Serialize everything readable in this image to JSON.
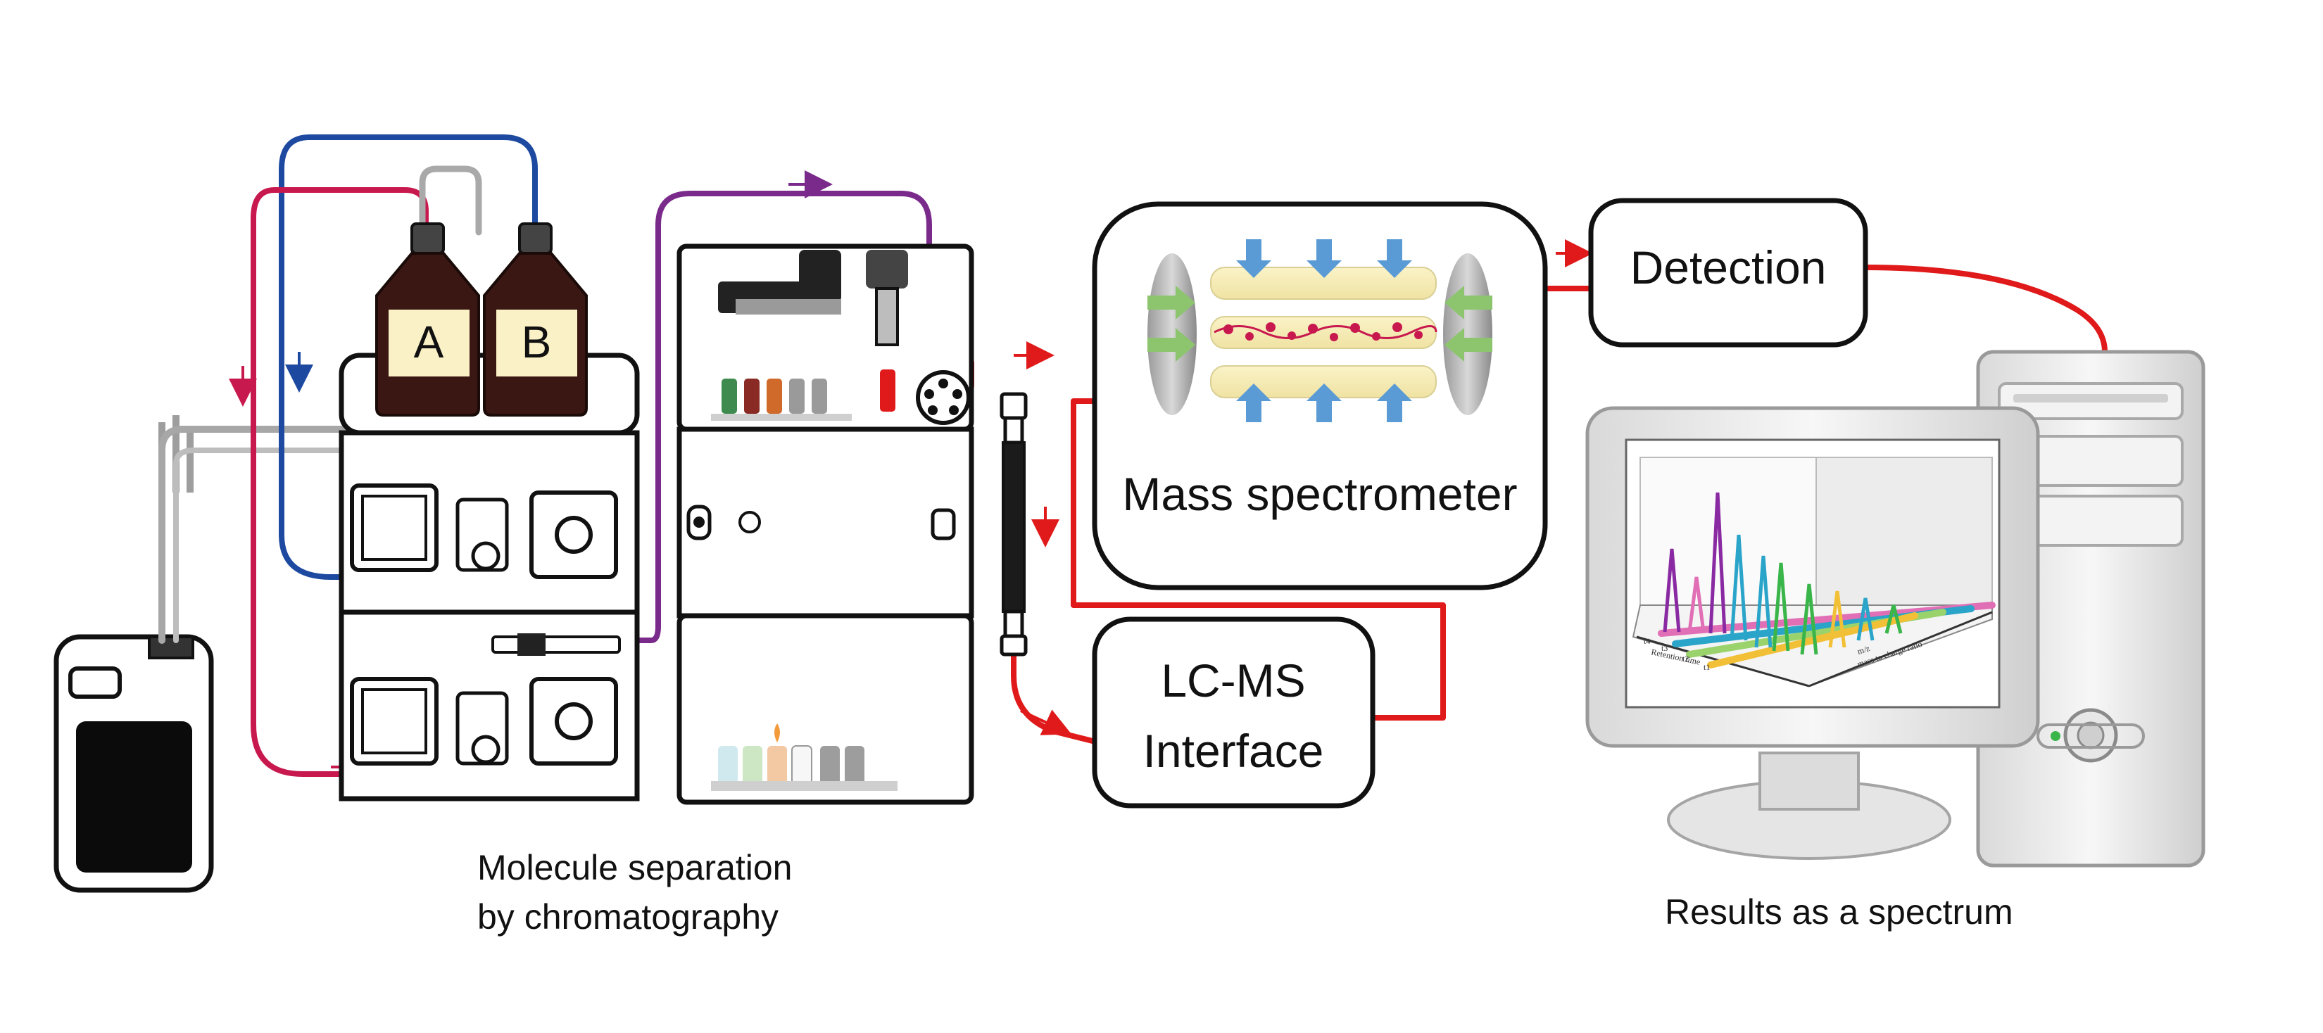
{
  "bottles": {
    "a_label": "A",
    "b_label": "B"
  },
  "boxes": {
    "mass_spectrometer": "Mass spectrometer",
    "detection": "Detection",
    "interface_line1": "LC-MS",
    "interface_line2": "Interface"
  },
  "captions": {
    "separation_line1": "Molecule separation",
    "separation_line2": "by chromatography",
    "results": "Results as a spectrum"
  },
  "monitor_plot": {
    "retention_label": "Retention time",
    "mz_label": "m/z",
    "mass_label": "mass to charge ratio",
    "ticks": [
      "t4",
      "t3",
      "t2",
      "t1"
    ]
  },
  "colors": {
    "solvent_a_line": "#c8194f",
    "solvent_b_line": "#1d4aa0",
    "sample_line": "#7a2a8a",
    "signal_line": "#e01a1a",
    "bottle": "#3a1712",
    "field_arrows": "#5b9bd5",
    "ion_arrows": "#8cc56e"
  }
}
